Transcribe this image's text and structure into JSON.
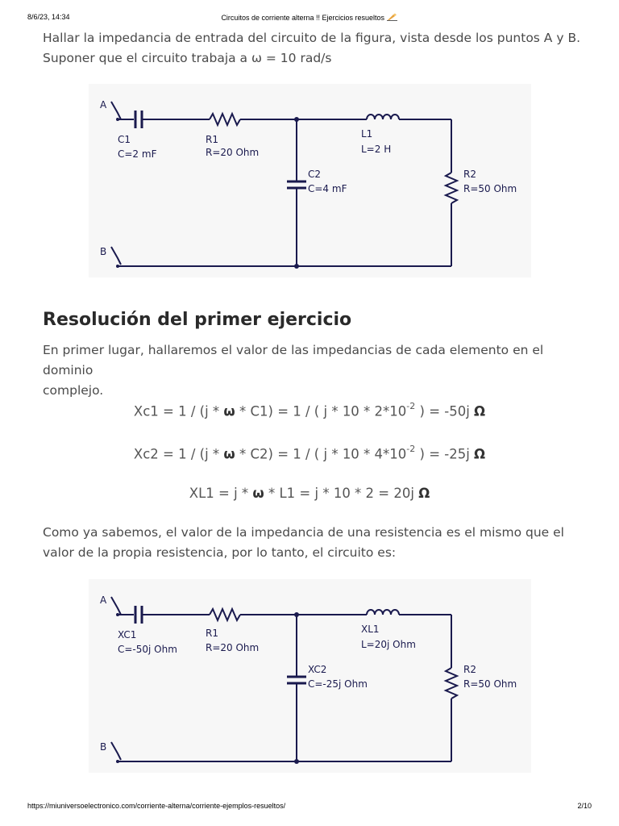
{
  "print_header": {
    "datetime": "8/6/23, 14:34",
    "title": "Circuitos de corriente alterna !! Ejercicios resueltos"
  },
  "intro": {
    "line1": "Hallar la impedancia de entrada del circuito de la figura, vista desde los puntos A y B.",
    "line2": "Suponer que el circuito trabaja a ω = 10 rad/s"
  },
  "figure1": {
    "node_a": "A",
    "node_b": "B",
    "c1_name": "C1",
    "c1_value": "C=2 mF",
    "r1_name": "R1",
    "r1_value": "R=20 Ohm",
    "l1_name": "L1",
    "l1_value": "L=2 H",
    "c2_name": "C2",
    "c2_value": "C=4 mF",
    "r2_name": "R2",
    "r2_value": "R=50 Ohm"
  },
  "section": {
    "heading": "Resolución del primer ejercicio",
    "p1_line1": "En primer lugar, hallaremos el valor de las impedancias de cada elemento en el dominio",
    "p1_line2": "complejo."
  },
  "formulas": {
    "xc1_a": "Xc1 = 1 / (j * ",
    "xc1_omega": "ω",
    "xc1_b": " * C1) = 1 / ( j * 10 * 2*10",
    "xc1_exp": "-2",
    "xc1_c": " ) = -50j ",
    "xc1_unit": "Ω",
    "xc2_a": "Xc2 = 1 / (j * ",
    "xc2_omega": "ω",
    "xc2_b": " * C2) = 1 / ( j * 10 * 4*10",
    "xc2_exp": "-2",
    "xc2_c": " ) = -25j ",
    "xc2_unit": "Ω",
    "xl1_a": "XL1 = j * ",
    "xl1_omega": "ω",
    "xl1_b": " * L1 = j * 10 * 2 = 20j ",
    "xl1_unit": "Ω"
  },
  "para2": {
    "line1": "Como ya sabemos, el valor de la impedancia de una resistencia es el mismo que el",
    "line2": "valor de la propia resistencia, por lo tanto, el circuito es:"
  },
  "figure2": {
    "node_a": "A",
    "node_b": "B",
    "c1_name": "XC1",
    "c1_value": "C=-50j Ohm",
    "r1_name": "R1",
    "r1_value": "R=20 Ohm",
    "l1_name": "XL1",
    "l1_value": "L=20j Ohm",
    "c2_name": "XC2",
    "c2_value": "C=-25j Ohm",
    "r2_name": "R2",
    "r2_value": "R=50 Ohm"
  },
  "print_footer": {
    "url": "https://miuniversoelectronico.com/corriente-alterna/corriente-ejemplos-resueltos/",
    "page": "2/10"
  },
  "colors": {
    "wire": "#1a1a4e",
    "text": "#4a4a4a",
    "figure_bg": "#f7f7f7"
  }
}
